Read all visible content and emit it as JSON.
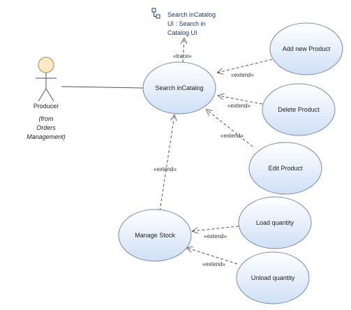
{
  "actor": {
    "name": "Producer",
    "note_lines": [
      "(from",
      "Orders",
      "Management)"
    ]
  },
  "trace_target": {
    "icon": "ui-component-icon",
    "lines": [
      "Search inCatalog",
      "UI : Search in",
      "Catalog UI"
    ]
  },
  "use_cases": {
    "search": "Search inCatalog",
    "add": "Add new Product",
    "delete": "Delete Product",
    "edit": "Edit Product",
    "manage": "Manage Stock",
    "load": "Load quantity",
    "unload": "Unload quantity"
  },
  "relations": {
    "trace": "«trace»",
    "extend": "«extend»"
  },
  "colors": {
    "usecase_fill_top": "#ffffff",
    "usecase_fill_bottom": "#cfe0f7",
    "usecase_stroke": "#7a8aa6",
    "actor_head_fill": "#fde9c4",
    "line": "#555555"
  }
}
